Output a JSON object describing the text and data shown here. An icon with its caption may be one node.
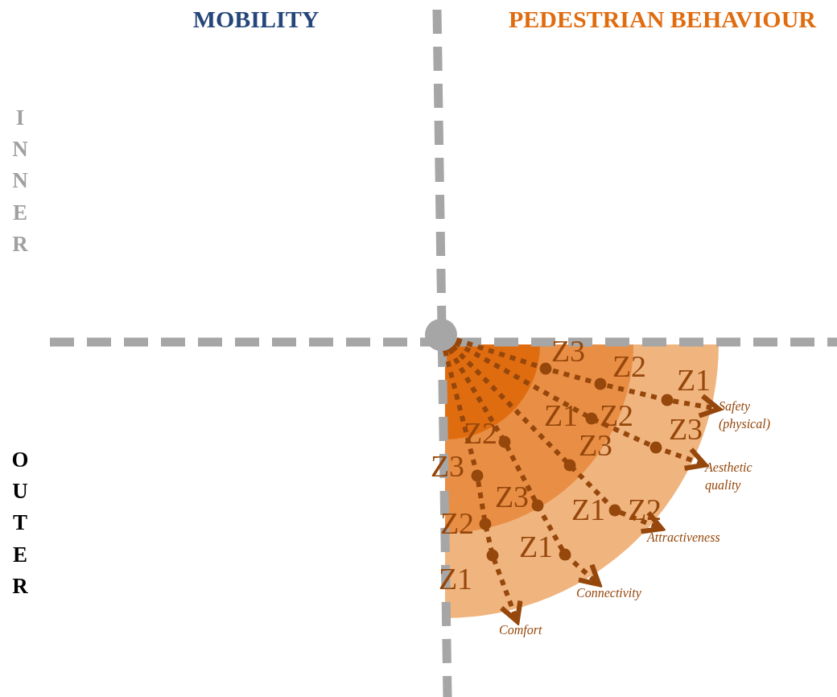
{
  "diagram": {
    "nodes": [
      {
        "text": [],
        "shape": "circle"
      },
      {
        "text": [
          "Safety (physical)"
        ]
      },
      {
        "text": [
          "Aesthetic quality"
        ]
      },
      {
        "text": [
          "Attractiveness"
        ]
      },
      {
        "text": [
          "Connectivity"
        ]
      },
      {
        "text": [
          "Comfort"
        ]
      }
    ],
    "edges": [
      {
        "from": 0,
        "to": 1,
        "arrow": "to",
        "style": "dashed"
      },
      {
        "from": 0,
        "to": 2,
        "arrow": "to",
        "style": "dashed"
      },
      {
        "from": 0,
        "to": 3,
        "arrow": "to",
        "style": "dashed"
      },
      {
        "from": 0,
        "to": 4,
        "arrow": "to",
        "style": "dashed"
      },
      {
        "from": 0,
        "to": 5,
        "arrow": "to",
        "style": "dashed"
      }
    ],
    "labels": [
      "MOBILITY",
      "PEDESTRIAN BEHAVIOUR",
      "INNER",
      "OUTER",
      "Z3",
      "Z2",
      "Z1",
      "Z2",
      "Z1",
      "Z2",
      "Z3",
      "Z3",
      "Z3",
      "Z3",
      "Z1",
      "Z2",
      "Z2",
      "Z1",
      "Z1"
    ]
  }
}
